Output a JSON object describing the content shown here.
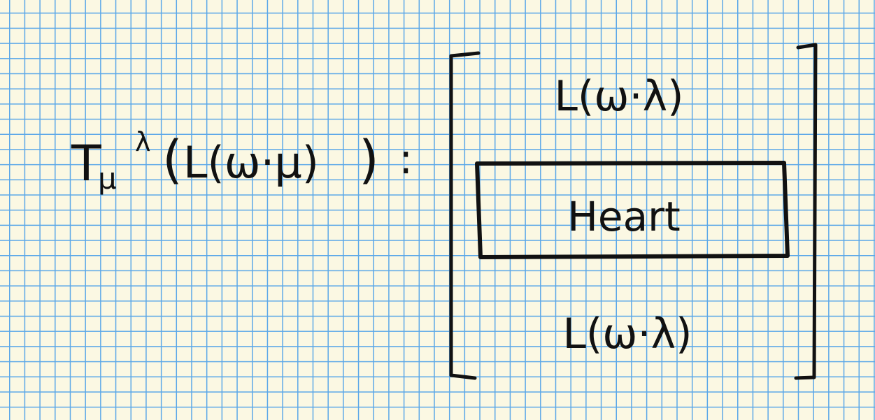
{
  "notation": {
    "operator": "T",
    "operator_subscript": "μ",
    "operator_superscript": "λ",
    "open_paren": "(",
    "argument": "L(ω·μ)",
    "close_paren": ")",
    "colon": ":"
  },
  "structure": {
    "top_layer": "L(ω·λ)",
    "middle_layer": "Heart",
    "bottom_layer": "L(ω·λ)"
  },
  "colors": {
    "paper": "#fbf8e3",
    "grid": "#5aa7e8",
    "ink": "#111111"
  }
}
